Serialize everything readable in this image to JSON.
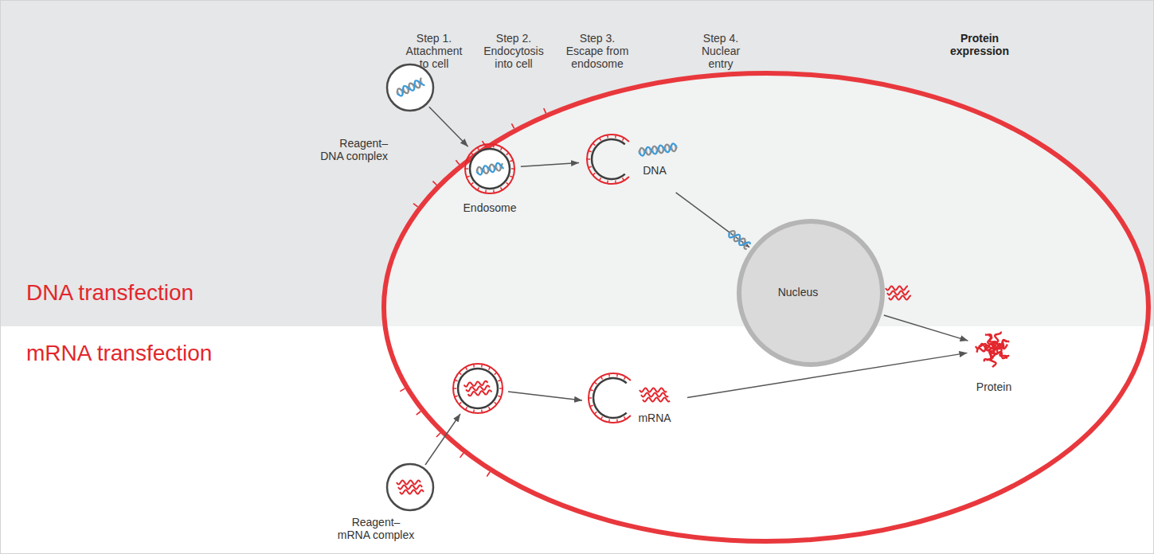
{
  "diagram": {
    "nodes": [
      {
        "text": [
          "Reagent– DNA complex"
        ]
      },
      {
        "text": [
          "Endosome"
        ]
      },
      {
        "text": [
          "DNA"
        ]
      },
      {
        "text": [
          "Nucleus"
        ]
      },
      {
        "text": [
          "Protein"
        ]
      },
      {
        "text": [
          "Reagent– mRNA complex"
        ]
      },
      {
        "text": [
          "mRNA"
        ]
      }
    ],
    "edges": [
      {
        "from": 0,
        "to": 1,
        "arrow": "to"
      },
      {
        "from": 1,
        "to": 2,
        "arrow": "to"
      },
      {
        "from": 2,
        "to": 3,
        "arrow": "to"
      },
      {
        "from": 3,
        "to": 4,
        "arrow": "to"
      },
      {
        "from": 6,
        "to": 4,
        "arrow": "to"
      }
    ],
    "labels": [
      "Step 1. Attachment to cell",
      "Step 2. Endocytosis into cell",
      "Step 3. Escape from endosome",
      "Step 4. Nuclear entry",
      "Protein expression",
      "DNA transfection",
      "mRNA transfection"
    ]
  }
}
